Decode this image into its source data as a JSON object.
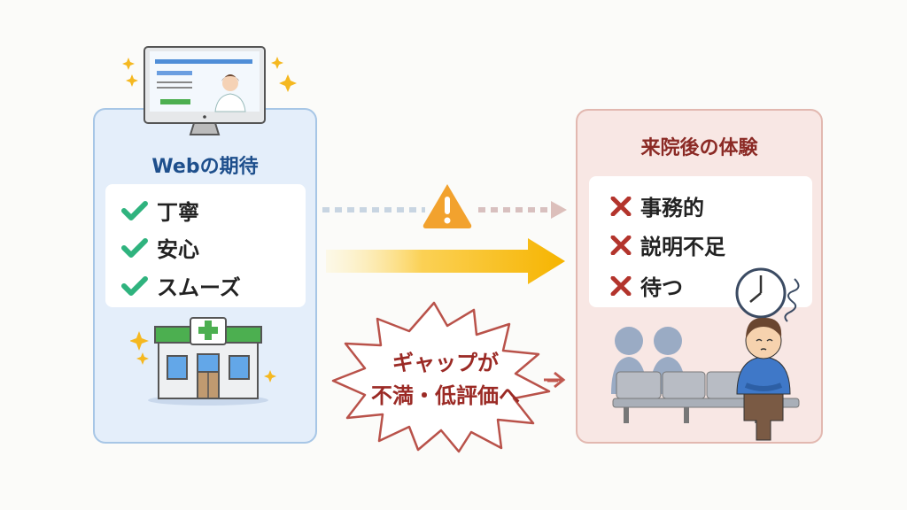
{
  "left_panel": {
    "title": "Webの期待",
    "items": [
      "丁寧",
      "安心",
      "スムーズ"
    ],
    "icon": "check-icon",
    "accent": "#2fb37e"
  },
  "right_panel": {
    "title": "来院後の体験",
    "items": [
      "事務的",
      "説明不足",
      "待つ"
    ],
    "icon": "x-icon",
    "accent": "#b3342c"
  },
  "gap_callout": {
    "line1": "ギャップが",
    "line2": "不満・低評価へ"
  },
  "colors": {
    "left_title": "#1e4f8c",
    "right_title": "#8b2a25",
    "arrow": "#f6b400",
    "warning": "#f0a030"
  }
}
